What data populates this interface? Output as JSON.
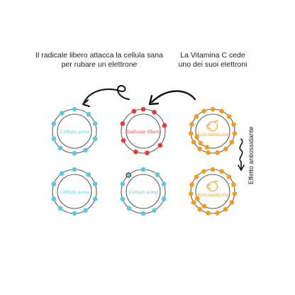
{
  "captions": {
    "free_radical_attack": "Il radicale libero attacca la cellula sana\nper rubare un elettrone",
    "vitamin_c": "La Vitamina C cede\nuno dei suoi elettroni"
  },
  "side_label": "Effetto antiossidante",
  "colors": {
    "ring": "#5d5d5d",
    "healthy": "#5ec8e0",
    "radical": "#e8383d",
    "antioxidant": "#f39c1e",
    "arrow": "#111111"
  },
  "cells": [
    {
      "id": "healthy-top",
      "label": "Cellula sana",
      "color_key": "healthy",
      "outer": [
        0,
        40,
        70,
        110,
        150,
        180,
        220,
        250,
        290,
        325
      ],
      "inner": []
    },
    {
      "id": "radical-top",
      "label": "Radicale libero",
      "color_key": "radical",
      "outer": [
        0,
        30,
        75,
        130,
        170,
        200,
        245,
        290,
        335
      ],
      "inner": []
    },
    {
      "id": "antioxidant-top",
      "label": "Antiossidante",
      "color_key": "antioxidant",
      "outer": [
        0,
        24,
        48,
        72,
        96,
        120,
        144,
        168,
        192,
        216,
        240,
        264,
        288,
        312,
        336
      ],
      "inner": [
        200,
        225,
        250
      ]
    },
    {
      "id": "healthy-bottom",
      "label": "Cellula sana",
      "color_key": "healthy",
      "outer": [
        0,
        40,
        70,
        110,
        150,
        180,
        220,
        250,
        290,
        325
      ],
      "inner": []
    },
    {
      "id": "healthy-restored",
      "label": "Cellula sana",
      "color_key": "healthy",
      "outer": [
        0,
        40,
        70,
        110,
        150,
        180,
        220,
        250,
        290
      ],
      "inner": [],
      "gained_electron_angle": 318
    },
    {
      "id": "antioxidant-bottom",
      "label": "Antiossidante",
      "color_key": "antioxidant",
      "outer": [
        0,
        24,
        48,
        72,
        96,
        120,
        144,
        168,
        192,
        216,
        240,
        264,
        288,
        312,
        336
      ],
      "inner": [
        210,
        245
      ]
    }
  ]
}
